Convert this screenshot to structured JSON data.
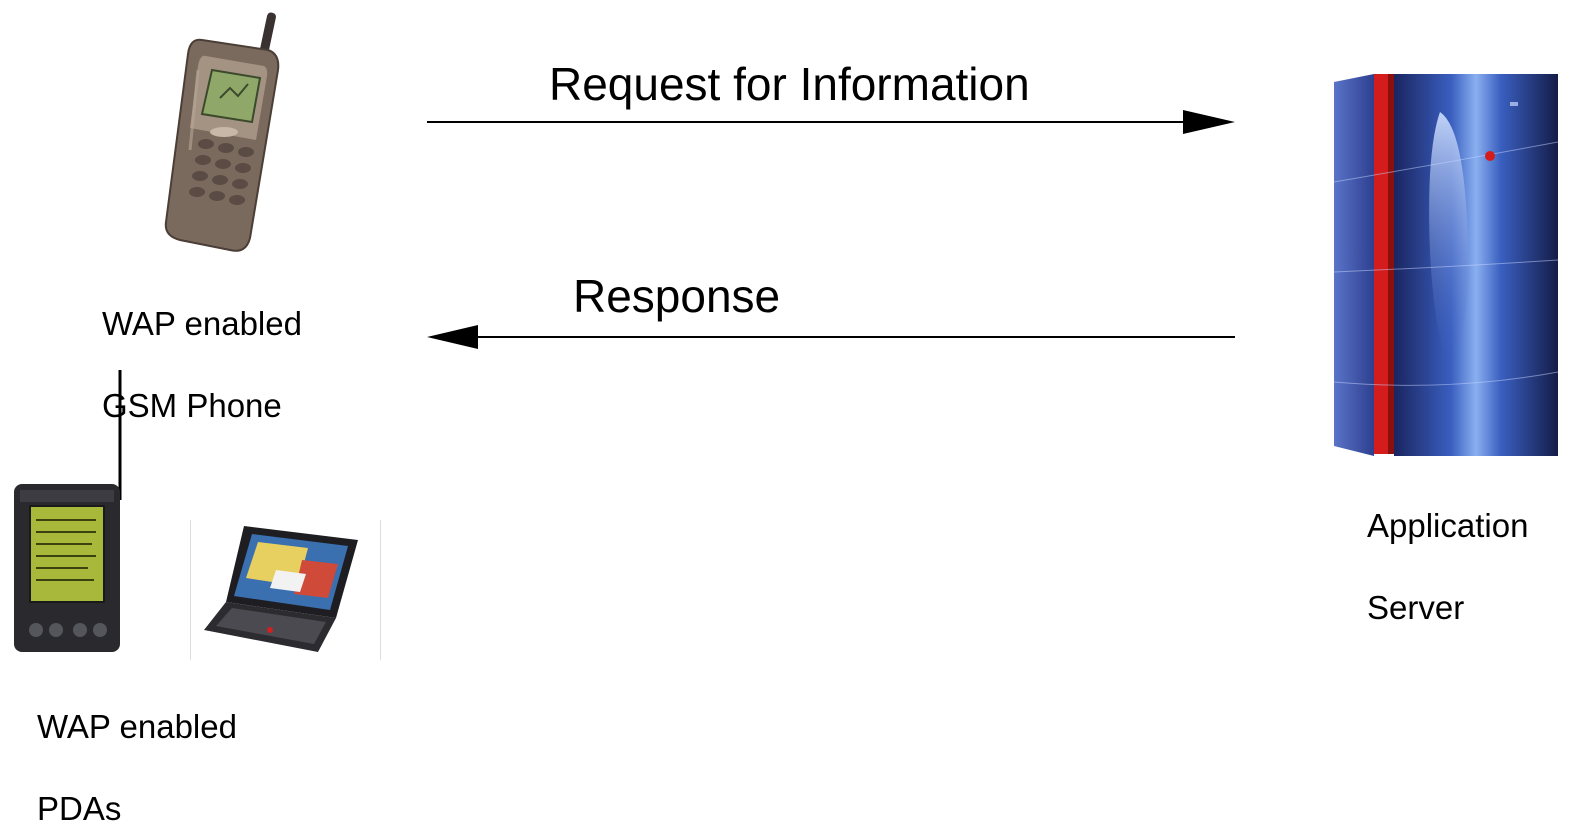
{
  "arrows": {
    "request_label": "Request for Information",
    "response_label": "Response"
  },
  "phone": {
    "label_line1": "WAP enabled",
    "label_line2": "GSM Phone",
    "icon": "mobile-phone-icon"
  },
  "pdas": {
    "label_line1": "WAP enabled",
    "label_line2": "PDAs",
    "icons": [
      "pda-icon",
      "laptop-icon"
    ]
  },
  "server": {
    "label_line1": "Application",
    "label_line2": "Server",
    "icon": "server-tower-icon"
  },
  "colors": {
    "arrow": "#000000",
    "phone_body": "#7a6a5e",
    "phone_screen": "#8fa86a",
    "pda_screen": "#a8b83a",
    "server_blue": "#2e3f8f",
    "server_red": "#d41c1c"
  }
}
